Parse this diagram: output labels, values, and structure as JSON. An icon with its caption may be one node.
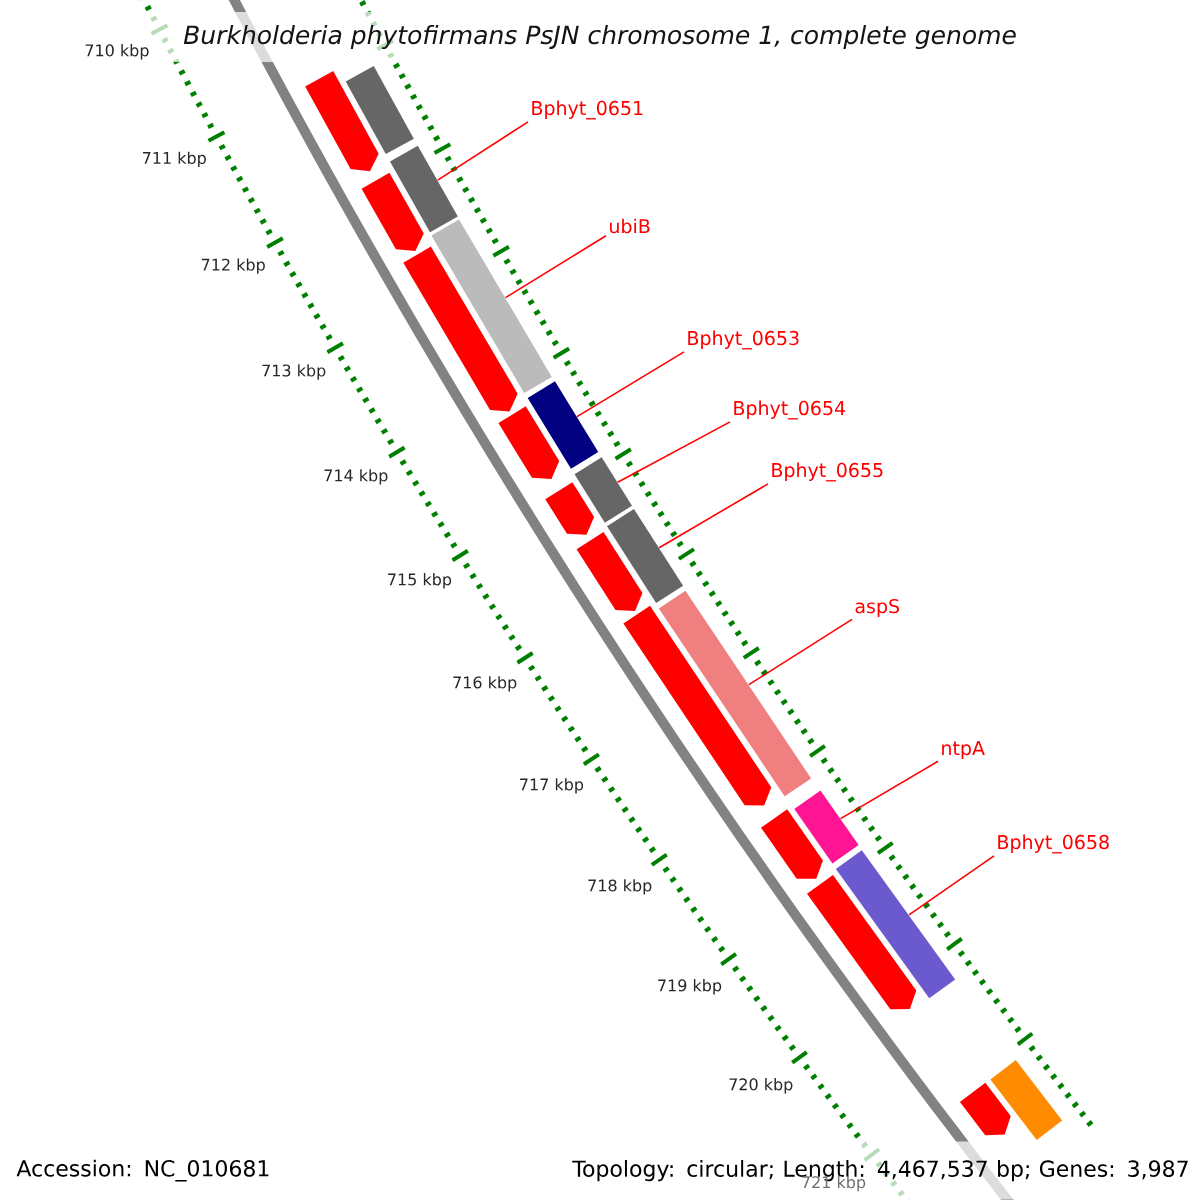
{
  "diagram": {
    "title": "Burkholderia phytofirmans PsJN chromosome 1, complete genome",
    "nodes": [
      {
        "text": [
          "Bphyt_0651"
        ]
      },
      {
        "text": [
          "ubiB"
        ]
      },
      {
        "text": [
          "Bphyt_0653"
        ]
      },
      {
        "text": [
          "Bphyt_0654"
        ]
      },
      {
        "text": [
          "Bphyt_0655"
        ]
      },
      {
        "text": [
          "aspS"
        ]
      },
      {
        "text": [
          "ntpA"
        ]
      },
      {
        "text": [
          "Bphyt_0658"
        ]
      },
      {
        "text": [],
        "shape": "bar"
      },
      {
        "text": [],
        "shape": "bar"
      },
      {
        "text": [],
        "shape": "bar"
      },
      {
        "text": [],
        "shape": "bar"
      },
      {
        "text": [],
        "shape": "bar"
      },
      {
        "text": [],
        "shape": "bar"
      },
      {
        "text": [],
        "shape": "bar"
      },
      {
        "text": [],
        "shape": "bar"
      },
      {
        "text": [],
        "shape": "bar"
      },
      {
        "text": [],
        "shape": "bar"
      },
      {
        "text": [],
        "shape": "arrow"
      },
      {
        "text": [],
        "shape": "arrow"
      },
      {
        "text": [],
        "shape": "arrow"
      },
      {
        "text": [],
        "shape": "arrow"
      },
      {
        "text": [],
        "shape": "arrow"
      },
      {
        "text": [],
        "shape": "arrow"
      },
      {
        "text": [],
        "shape": "arrow"
      },
      {
        "text": [],
        "shape": "arrow"
      },
      {
        "text": [],
        "shape": "arrow"
      },
      {
        "text": [],
        "shape": "arrow"
      }
    ],
    "edges": [
      {
        "from": 0,
        "to": 9,
        "arrow": "none"
      },
      {
        "from": 1,
        "to": 10,
        "arrow": "none"
      },
      {
        "from": 2,
        "to": 11,
        "arrow": "none"
      },
      {
        "from": 3,
        "to": 12,
        "arrow": "none"
      },
      {
        "from": 4,
        "to": 13,
        "arrow": "none"
      },
      {
        "from": 5,
        "to": 14,
        "arrow": "none"
      },
      {
        "from": 6,
        "to": 15,
        "arrow": "none"
      },
      {
        "from": 7,
        "to": 16,
        "arrow": "none"
      }
    ],
    "labels": [
      "710 kbp",
      "711 kbp",
      "712 kbp",
      "713 kbp",
      "714 kbp",
      "715 kbp",
      "716 kbp",
      "717 kbp",
      "718 kbp",
      "719 kbp",
      "720 kbp",
      "721 kbp",
      "Accession: NC_010681",
      "Topology: circular; Length: 4,467,537 bp; Genes: 3,987"
    ]
  }
}
